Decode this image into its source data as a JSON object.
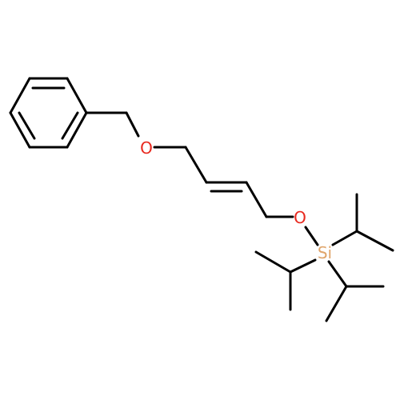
{
  "molecule": {
    "atoms": {
      "o1": {
        "label": "O",
        "color": "#e8281e"
      },
      "o2": {
        "label": "O",
        "color": "#e8281e"
      },
      "si": {
        "label": "Si",
        "color": "#e0a56b"
      }
    },
    "bond_color": "#000000",
    "background": "#ffffff"
  }
}
